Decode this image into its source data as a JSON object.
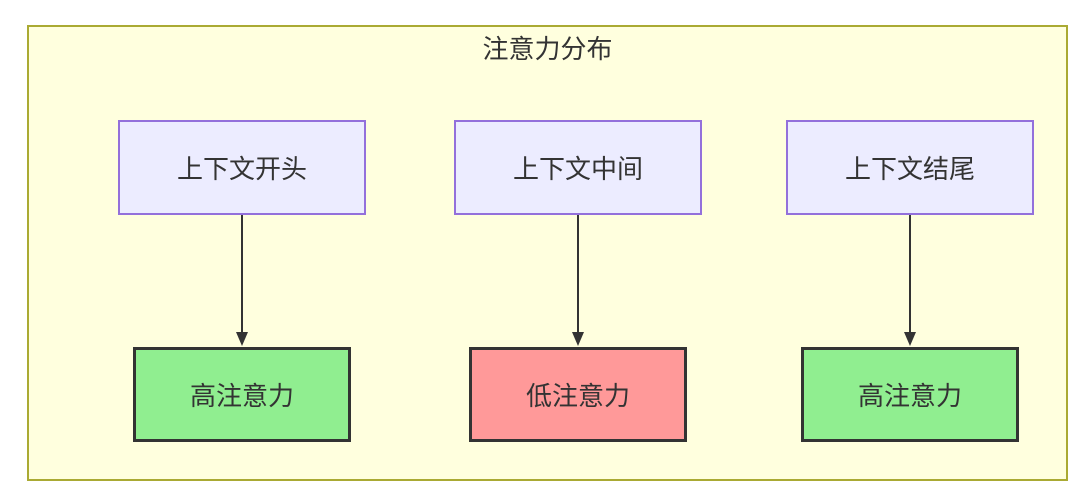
{
  "diagram": {
    "title": "注意力分布",
    "type": "flowchart-top-down",
    "columns": [
      {
        "source": "上下文开头",
        "target": "高注意力",
        "attention": "high"
      },
      {
        "source": "上下文中间",
        "target": "低注意力",
        "attention": "low"
      },
      {
        "source": "上下文结尾",
        "target": "高注意力",
        "attention": "high"
      }
    ],
    "colors": {
      "canvas_background": "#FFFFFF",
      "container_fill": "#FFFFDE",
      "container_border": "#AAAA33",
      "source_fill": "#ECECFF",
      "source_border": "#9370DB",
      "high_attention_fill": "#90EE90",
      "low_attention_fill": "#FF9999",
      "target_border": "#333333",
      "arrow": "#333333",
      "text": "#333333"
    }
  }
}
